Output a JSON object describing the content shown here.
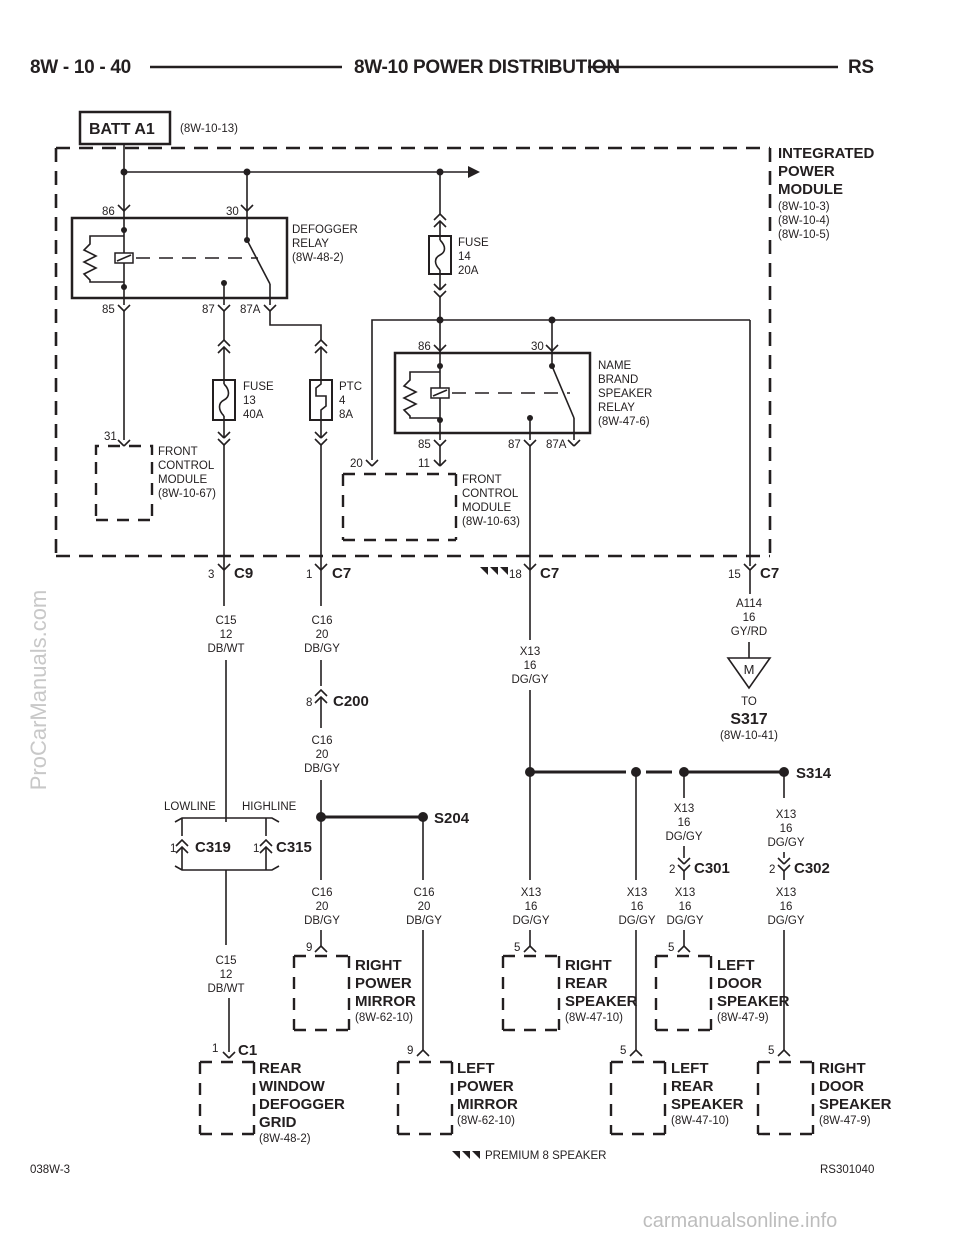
{
  "header": {
    "left": "8W - 10 - 40",
    "title": "8W-10 POWER DISTRIBUTION",
    "right": "RS"
  },
  "source": {
    "label": "BATT A1",
    "ref": "(8W-10-13)"
  },
  "ipm": {
    "lines": [
      "INTEGRATED",
      "POWER",
      "MODULE"
    ],
    "refs": [
      "(8W-10-3)",
      "(8W-10-4)",
      "(8W-10-5)"
    ]
  },
  "defogger_relay": {
    "lines": [
      "DEFOGGER",
      "RELAY",
      "(8W-48-2)"
    ],
    "pins": [
      "86",
      "30",
      "85",
      "87",
      "87A"
    ]
  },
  "fuse14": {
    "lines": [
      "FUSE",
      "14",
      "20A"
    ]
  },
  "fuse13": {
    "lines": [
      "FUSE",
      "13",
      "40A"
    ]
  },
  "ptc4": {
    "lines": [
      "PTC",
      "4",
      "8A"
    ]
  },
  "speaker_relay": {
    "lines": [
      "NAME",
      "BRAND",
      "SPEAKER",
      "RELAY",
      "(8W-47-6)"
    ],
    "pins": [
      "86",
      "30",
      "85",
      "87",
      "87A"
    ]
  },
  "fcm1": {
    "pin": "31",
    "lines": [
      "FRONT",
      "CONTROL",
      "MODULE",
      "(8W-10-67)"
    ]
  },
  "fcm2": {
    "pins": [
      "20",
      "11"
    ],
    "lines": [
      "FRONT",
      "CONTROL",
      "MODULE",
      "(8W-10-63)"
    ]
  },
  "connectors": {
    "c9": {
      "pin": "3",
      "name": "C9"
    },
    "c7a": {
      "pin": "1",
      "name": "C7"
    },
    "c7b": {
      "pin": "18",
      "name": "C7"
    },
    "c7c": {
      "pin": "15",
      "name": "C7"
    },
    "c200": {
      "pin": "8",
      "name": "C200"
    },
    "c319": {
      "pin": "1",
      "name": "C319"
    },
    "c315": {
      "pin": "1",
      "name": "C315"
    },
    "c301": {
      "pin": "2",
      "name": "C301"
    },
    "c302": {
      "pin": "2",
      "name": "C302"
    },
    "c1": {
      "pin": "1",
      "name": "C1"
    }
  },
  "wires": {
    "c15": [
      "C15",
      "12",
      "DB/WT"
    ],
    "c16": [
      "C16",
      "20",
      "DB/GY"
    ],
    "x13": [
      "X13",
      "16",
      "DG/GY"
    ],
    "a114": [
      "A114",
      "16",
      "GY/RD"
    ]
  },
  "splices": {
    "s204": "S204",
    "s314": "S314"
  },
  "ground": {
    "symbol": "M",
    "to": "TO",
    "name": "S317",
    "ref": "(8W-10-41)"
  },
  "options": {
    "lowline": "LOWLINE",
    "highline": "HIGHLINE"
  },
  "components": {
    "right_power_mirror": {
      "pin": "9",
      "lines": [
        "RIGHT",
        "POWER",
        "MIRROR"
      ],
      "ref": "(8W-62-10)"
    },
    "right_rear_speaker": {
      "pin": "5",
      "lines": [
        "RIGHT",
        "REAR",
        "SPEAKER"
      ],
      "ref": "(8W-47-10)"
    },
    "left_door_speaker": {
      "pin": "5",
      "lines": [
        "LEFT",
        "DOOR",
        "SPEAKER"
      ],
      "ref": "(8W-47-9)"
    },
    "rear_window_defogger": {
      "lines": [
        "REAR",
        "WINDOW",
        "DEFOGGER",
        "GRID"
      ],
      "ref": "(8W-48-2)"
    },
    "left_power_mirror": {
      "pin": "9",
      "lines": [
        "LEFT",
        "POWER",
        "MIRROR"
      ],
      "ref": "(8W-62-10)"
    },
    "left_rear_speaker": {
      "pin": "5",
      "lines": [
        "LEFT",
        "REAR",
        "SPEAKER"
      ],
      "ref": "(8W-47-10)"
    },
    "right_door_speaker": {
      "pin": "5",
      "lines": [
        "RIGHT",
        "DOOR",
        "SPEAKER"
      ],
      "ref": "(8W-47-9)"
    }
  },
  "footnote": "PREMIUM 8 SPEAKER",
  "footer": {
    "left": "038W-3",
    "right": "RS301040"
  },
  "watermarks": {
    "side": "ProCarManuals.com",
    "bottom": "carmanualsonline.info"
  }
}
